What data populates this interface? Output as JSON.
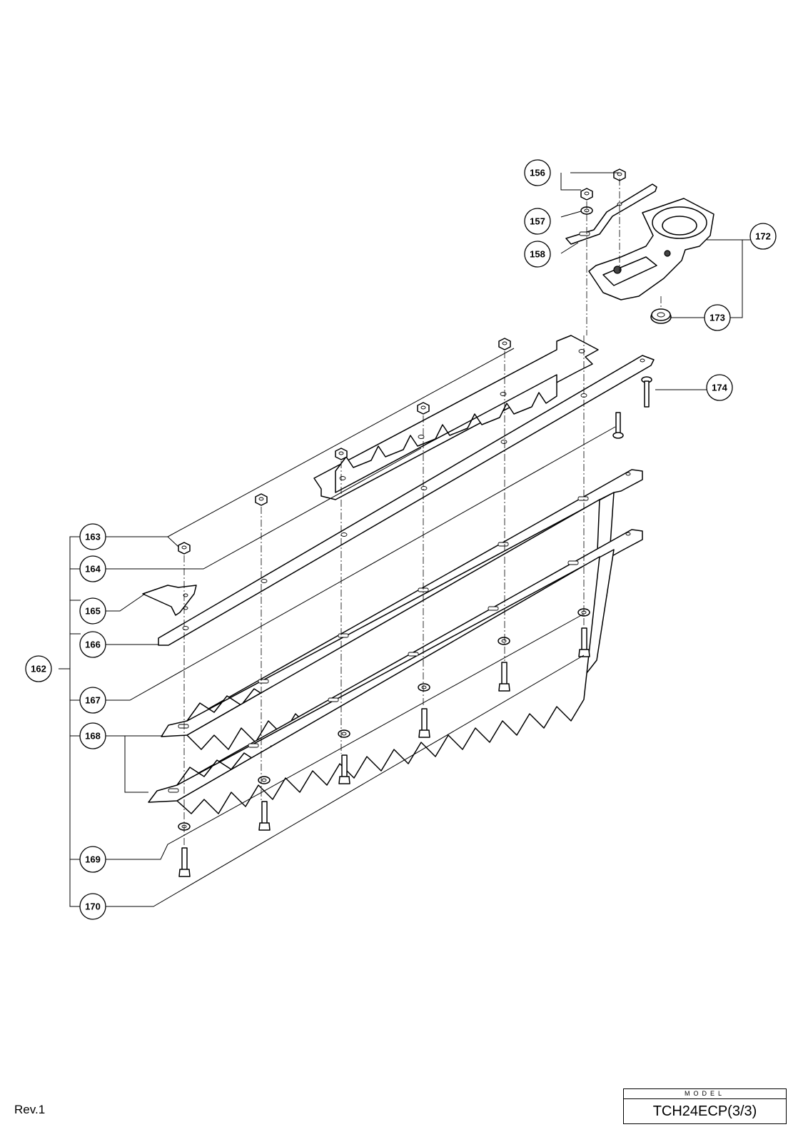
{
  "callouts": {
    "c156": "156",
    "c157": "157",
    "c158": "158",
    "c162": "162",
    "c163": "163",
    "c164": "164",
    "c165": "165",
    "c166": "166",
    "c167": "167",
    "c168": "168",
    "c169": "169",
    "c170": "170",
    "c172": "172",
    "c173": "173",
    "c174": "174"
  },
  "footer": {
    "revision": "Rev.1",
    "model_caption": "MODEL",
    "model_name": "TCH24ECP(3/3)"
  }
}
